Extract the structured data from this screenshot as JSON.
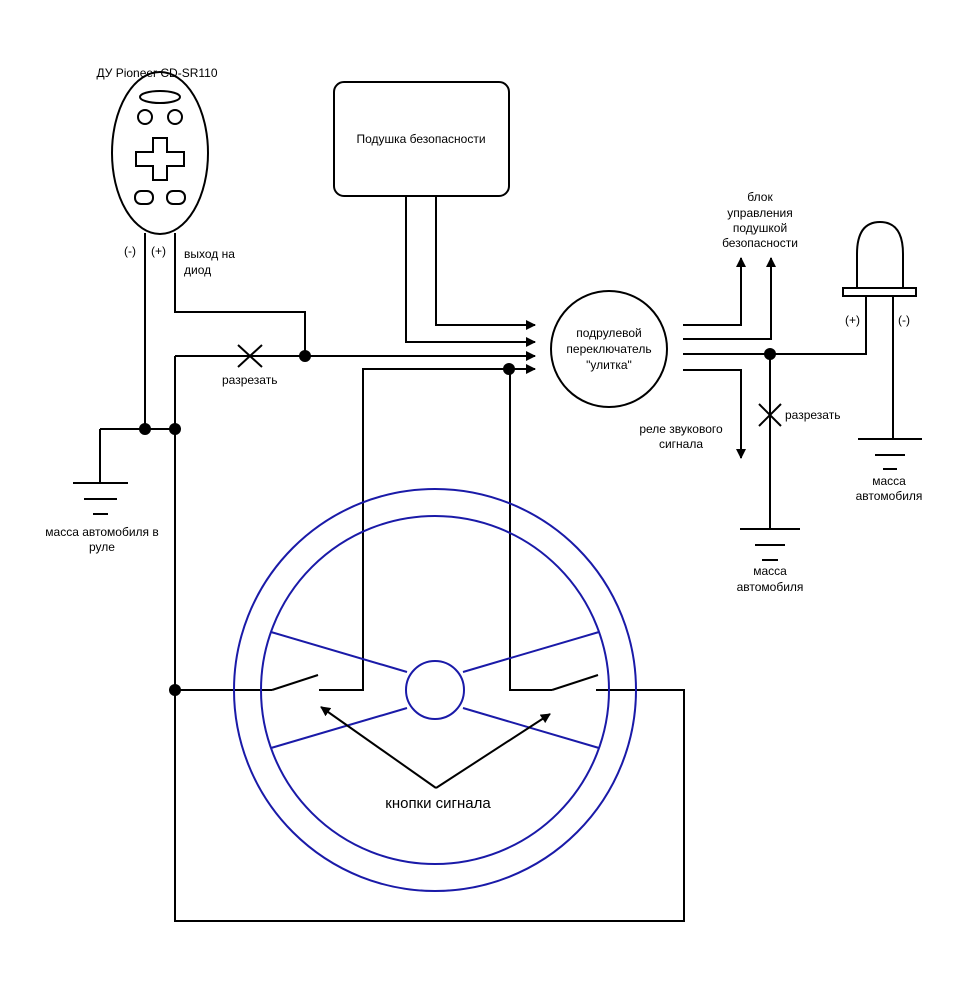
{
  "labels": {
    "remote_title": "ДУ Pioneer CD-SR110",
    "remote_minus": "(-)",
    "remote_plus": "(+)",
    "diode_out_1": "выход на",
    "diode_out_2": "диод",
    "cut_left": "разрезать",
    "ground_wheel_1": "масса автомобиля в",
    "ground_wheel_2": "руле",
    "airbag": "Подушка безопасности",
    "switch_1": "подрулевой",
    "switch_2": "переключатель",
    "switch_3": "\"улитка\"",
    "airbag_ctrl_1": "блок",
    "airbag_ctrl_2": "управления",
    "airbag_ctrl_3": "подушкой",
    "airbag_ctrl_4": "безопасности",
    "horn_relay_1": "реле звукового",
    "horn_relay_2": "сигнала",
    "cut_right": "разрезать",
    "ground_mid_1": "масса",
    "ground_mid_2": "автомобиля",
    "horn_plus": "(+)",
    "horn_minus": "(-)",
    "ground_right_1": "масса",
    "ground_right_2": "автомобиля",
    "horn_buttons": "кнопки сигнала"
  },
  "colors": {
    "wire": "#000000",
    "steering_wheel": "#1a1aa8"
  }
}
